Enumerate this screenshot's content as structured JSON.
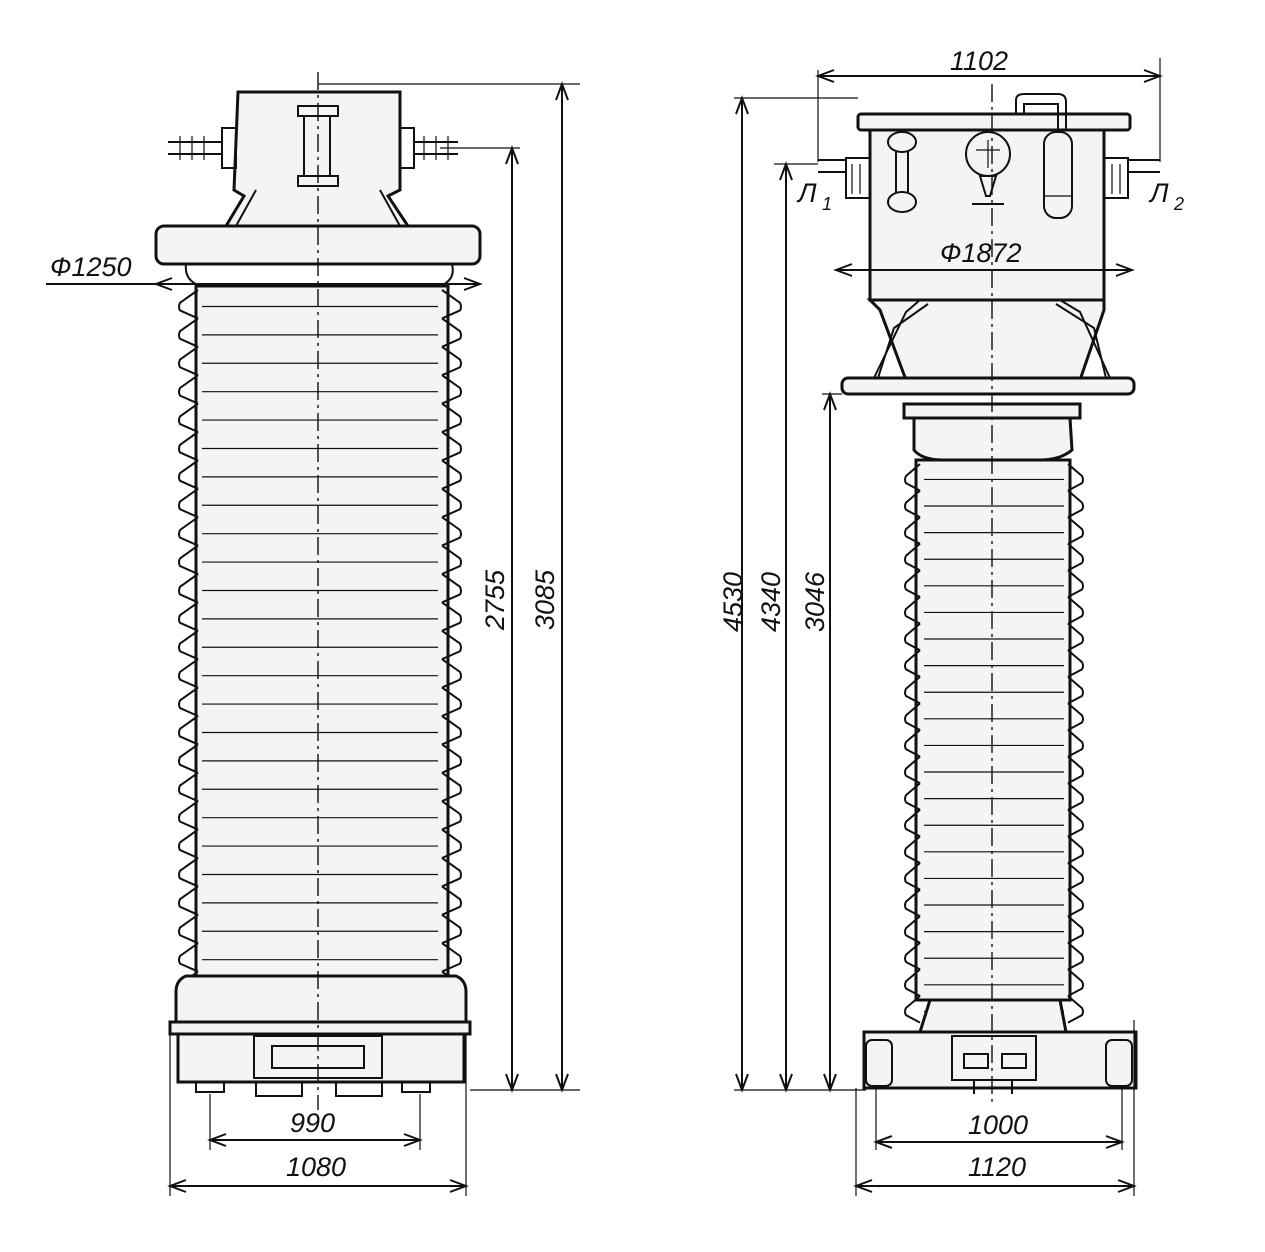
{
  "left_view": {
    "dimensions": {
      "top_diameter": "Ф1250",
      "height_inner": "2755",
      "height_total": "3085",
      "base_inner_width": "990",
      "base_total_width": "1080"
    }
  },
  "right_view": {
    "dimensions": {
      "top_width": "1102",
      "head_diameter": "Ф1872",
      "height_total": "4530",
      "height_mid": "4340",
      "height_insulator": "3046",
      "base_inner_width": "1000",
      "base_total_width": "1120"
    },
    "terminals": {
      "l1_main": "Л",
      "l1_sub": "1",
      "l2_main": "Л",
      "l2_sub": "2"
    }
  },
  "colors": {
    "ink": "#111111",
    "paper": "#ffffff"
  }
}
